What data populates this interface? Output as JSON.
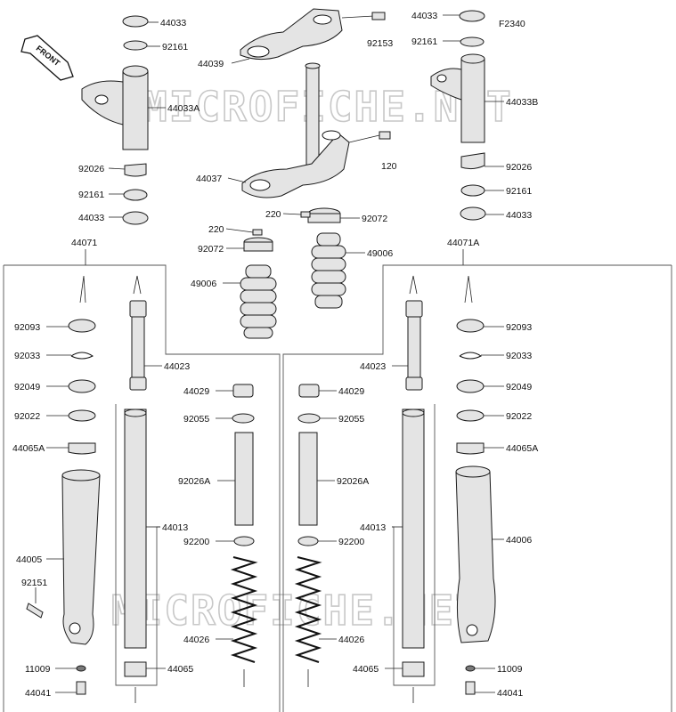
{
  "diagram_code": "F2340",
  "watermark": "MICROFICHE.NET",
  "front_label": "FRONT",
  "labels": {
    "l44033_tl": "44033",
    "l92161_tl": "92161",
    "l44033A": "44033A",
    "l92026_l": "92026",
    "l92161_l": "92161",
    "l44033_l": "44033",
    "l44071": "44071",
    "l44033_tr": "44033",
    "l92161_tr": "92161",
    "l44033B": "44033B",
    "l92026_r": "92026",
    "l92161_r": "92161",
    "l44033_r": "44033",
    "l44071A": "44071A",
    "l92153": "92153",
    "l44039": "44039",
    "l44037": "44037",
    "l120": "120",
    "l220_a": "220",
    "l92072_a": "92072",
    "l220_b": "220",
    "l92072_b": "92072",
    "l49006_a": "49006",
    "l49006_b": "49006",
    "l92093_l": "92093",
    "l92033_l": "92033",
    "l92049_l": "92049",
    "l92022_l": "92022",
    "l44065A_l": "44065A",
    "l44005": "44005",
    "l92151": "92151",
    "l11009_l": "11009",
    "l44041_l": "44041",
    "l44023_l": "44023",
    "l44029_l": "44029",
    "l92055_l": "92055",
    "l92026A_l": "92026A",
    "l44013_l": "44013",
    "l92200_l": "92200",
    "l44026_l": "44026",
    "l44065_l": "44065",
    "l44023_r": "44023",
    "l44029_r": "44029",
    "l92055_r": "92055",
    "l92026A_r": "92026A",
    "l44013_r": "44013",
    "l92200_r": "92200",
    "l44026_r": "44026",
    "l44065_r": "44065",
    "l92093_r": "92093",
    "l92033_r": "92033",
    "l92049_r": "92049",
    "l92022_r": "92022",
    "l44065A_r": "44065A",
    "l44006": "44006",
    "l11009_r": "11009",
    "l44041_r": "44041"
  }
}
